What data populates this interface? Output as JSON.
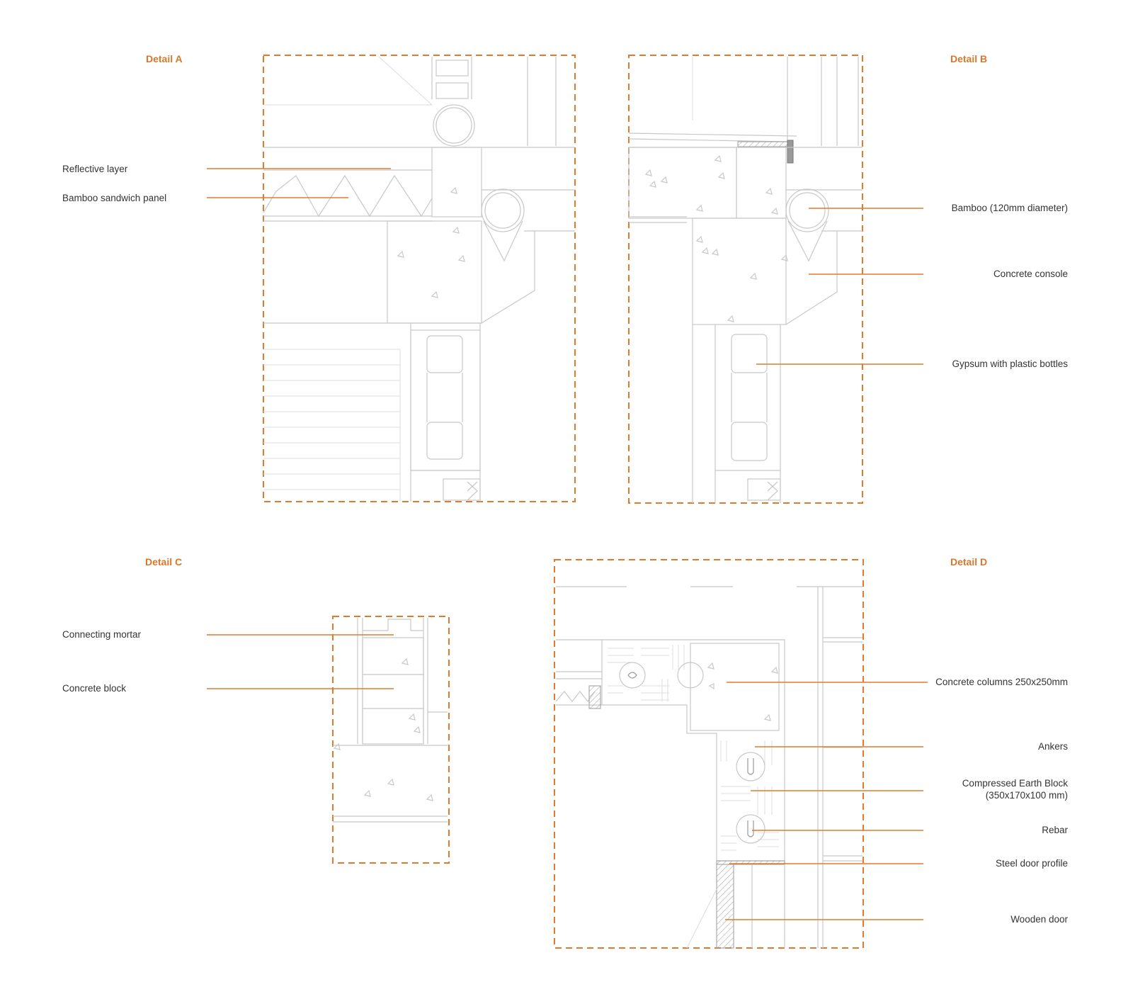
{
  "colors": {
    "accent": "#e07a2e",
    "linework": "#c8c8c8",
    "text": "#333333"
  },
  "details": {
    "a": {
      "title": "Detail A",
      "labels": [
        "Reflective layer",
        "Bamboo sandwich panel"
      ]
    },
    "b": {
      "title": "Detail B",
      "labels": [
        "Bamboo (120mm diameter)",
        "Concrete console",
        "Gypsum with plastic bottles"
      ]
    },
    "c": {
      "title": "Detail C",
      "labels": [
        "Connecting mortar",
        "Concrete block"
      ]
    },
    "d": {
      "title": "Detail D",
      "labels": [
        "Concrete columns 250x250mm",
        "Ankers",
        "Compressed Earth Block",
        "(350x170x100 mm)",
        "Rebar",
        "Steel door profile",
        "Wooden door"
      ]
    }
  }
}
